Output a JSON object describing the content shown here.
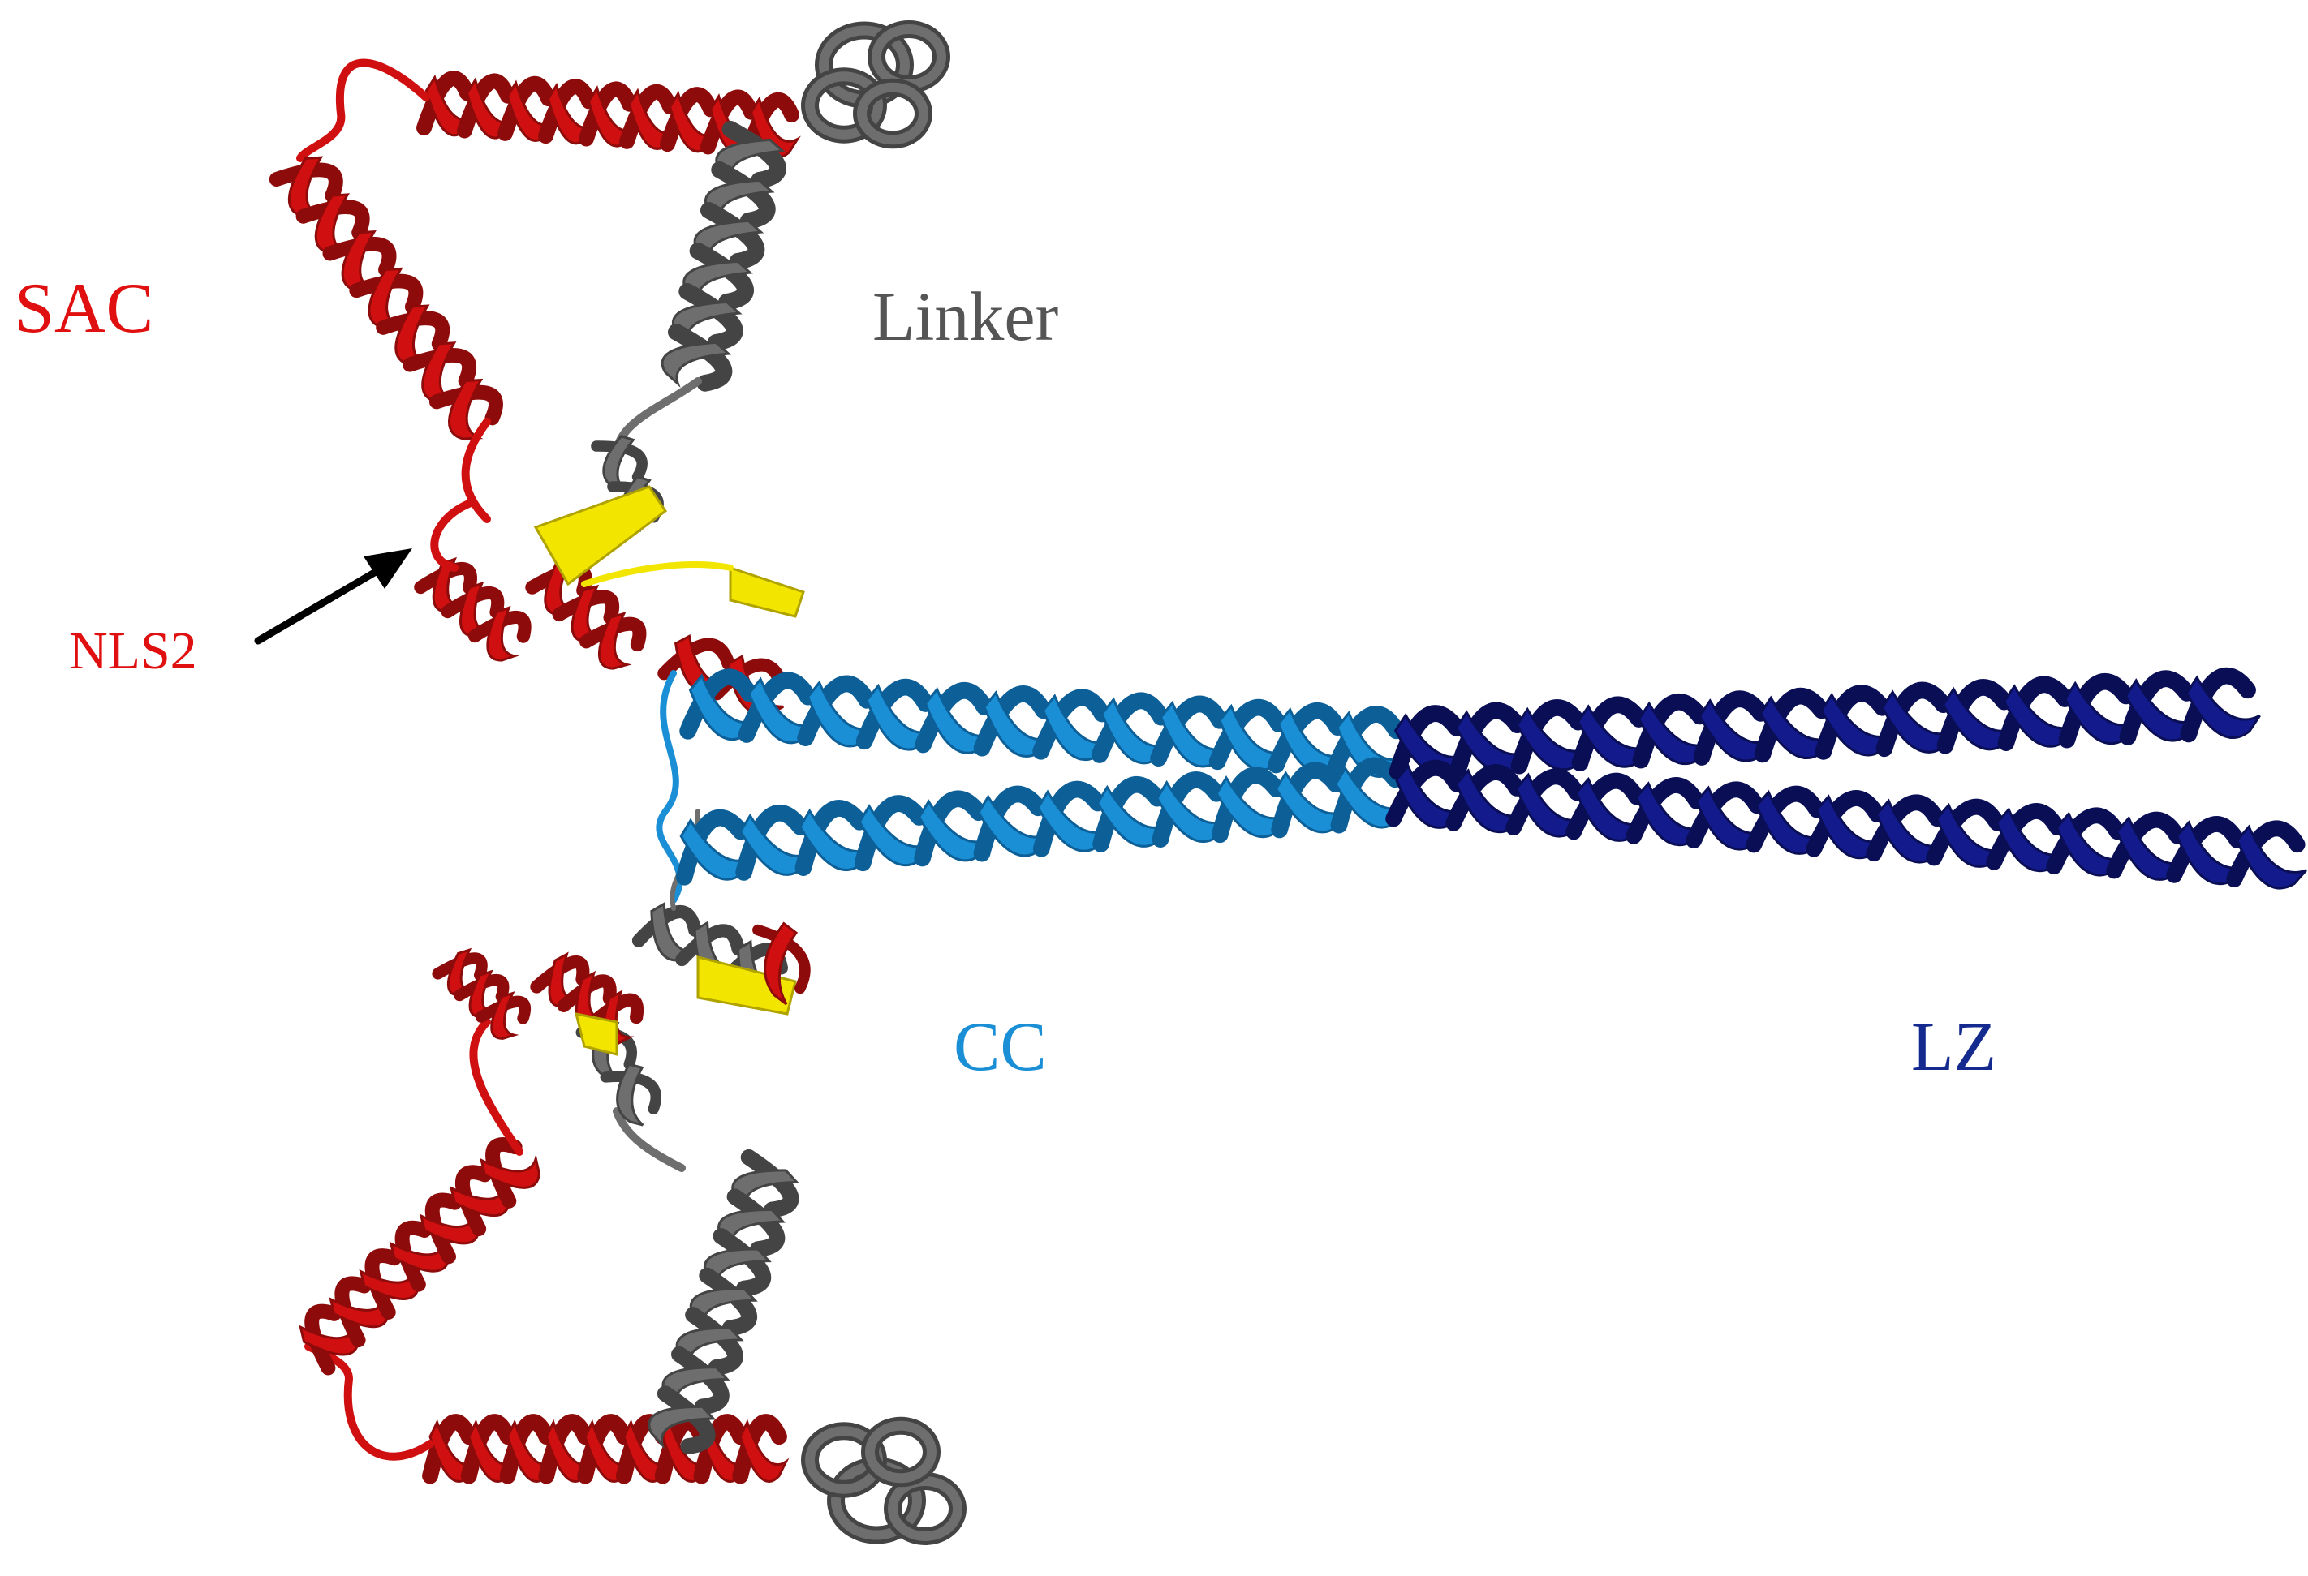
{
  "labels": {
    "sac": "SAC",
    "linker": "Linker",
    "nls2": "NLS2",
    "cc": "CC",
    "lz": "LZ"
  },
  "colors": {
    "background": "#ffffff",
    "sac": "#d01010",
    "sac_dark": "#8e0b0b",
    "linker": "#6e6e6e",
    "linker_dark": "#444444",
    "nls2": "#f2e600",
    "cc": "#1a8fd6",
    "cc_dark": "#0d5f97",
    "lz": "#121a8c",
    "lz_dark": "#0a0f55",
    "arrow": "#000000"
  },
  "legend_text_colors": {
    "sac": "#e01010",
    "linker": "#555555",
    "nls2": "#e01010",
    "cc": "#1a8fd6",
    "lz": "#152a8f"
  }
}
